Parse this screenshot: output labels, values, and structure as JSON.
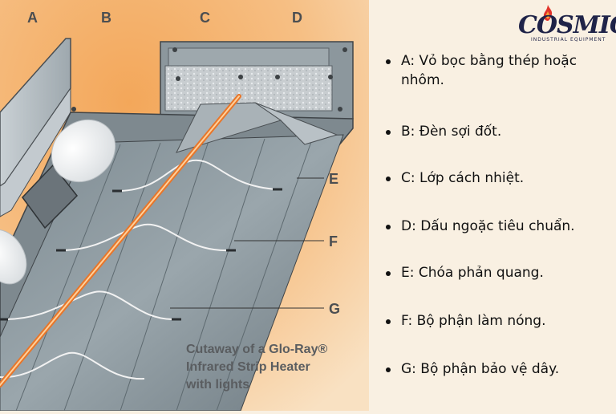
{
  "diagram": {
    "part_letters": [
      "A",
      "B",
      "C",
      "D",
      "E",
      "F",
      "G"
    ],
    "caption": {
      "line1": "Cutaway of a Glo-Ray®",
      "line2": "Infrared Strip Heater",
      "line3": "with lights"
    }
  },
  "brand": {
    "name": "COSMIC",
    "tagline": "INDUSTRIAL EQUIPMENT",
    "color": "#1f2348",
    "flame_color": "#e2342b"
  },
  "legend": {
    "items": [
      "A: Vỏ bọc bằng thép hoặc nhôm.",
      "B: Đèn sợi đốt.",
      "C: Lớp cách nhiệt.",
      "D: Dấu ngoặc tiêu chuẩn.",
      "E: Chóa phản quang.",
      "F: Bộ phận làm nóng.",
      "G: Bộ phận bảo vệ dây."
    ]
  },
  "colors": {
    "background": "#f9f0e2",
    "diagram_orange": "#f6bb7c",
    "housing_gray": "#a3adb3",
    "heating_element": "#e8762a"
  }
}
